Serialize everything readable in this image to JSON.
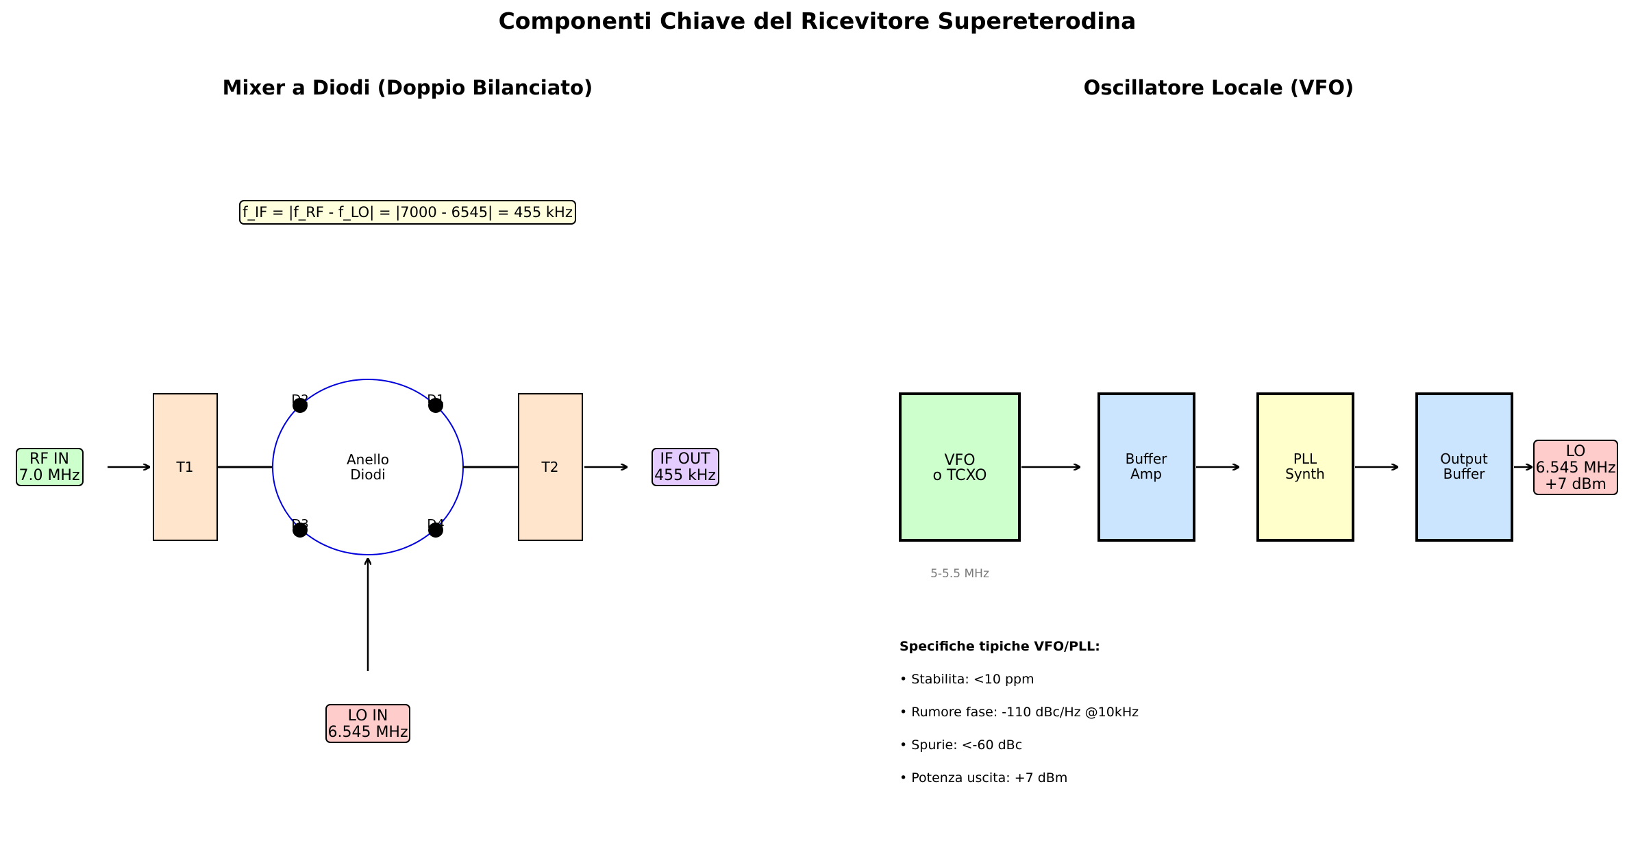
{
  "title": "Componenti Chiave del Ricevitore Supereterodina",
  "mixer": {
    "title": "Mixer a Diodi (Doppio Bilanciato)",
    "formula": "f_IF = |f_RF - f_LO| = |7000 - 6545| = 455 kHz",
    "rf_in": [
      "RF IN",
      "7.0 MHz"
    ],
    "if_out": [
      "IF OUT",
      "455 kHz"
    ],
    "lo_in": [
      "LO IN",
      "6.545 MHz"
    ],
    "t1": "T1",
    "t2": "T2",
    "ring": [
      "Anello",
      "Diodi"
    ],
    "diodes": [
      "D1",
      "D2",
      "D3",
      "D4"
    ],
    "colors": {
      "rf": "#ccffcc",
      "if": "#e5ccff",
      "lo": "#ffcccc",
      "transformer": "#ffe5cc",
      "formula_bg": "#ffffdd",
      "ring": "#0000dd"
    }
  },
  "vfo": {
    "title": "Oscillatore Locale (VFO)",
    "blocks": [
      {
        "lines": [
          "VFO",
          "o TCXO"
        ],
        "color": "#ccffcc"
      },
      {
        "lines": [
          "Buffer",
          "Amp"
        ],
        "color": "#cce5ff"
      },
      {
        "lines": [
          "PLL",
          "Synth"
        ],
        "color": "#ffffcc"
      },
      {
        "lines": [
          "Output",
          "Buffer"
        ],
        "color": "#cce5ff"
      }
    ],
    "range": "5-5.5 MHz",
    "lo_out": [
      "LO",
      "6.545 MHz",
      "+7 dBm"
    ],
    "lo_color": "#ffcccc",
    "specs_title": "Specifiche tipiche VFO/PLL:",
    "specs": [
      "• Stabilita: <10 ppm",
      "• Rumore fase: -110 dBc/Hz @10kHz",
      "• Spurie: <-60 dBc",
      "• Potenza uscita: +7 dBm"
    ]
  }
}
